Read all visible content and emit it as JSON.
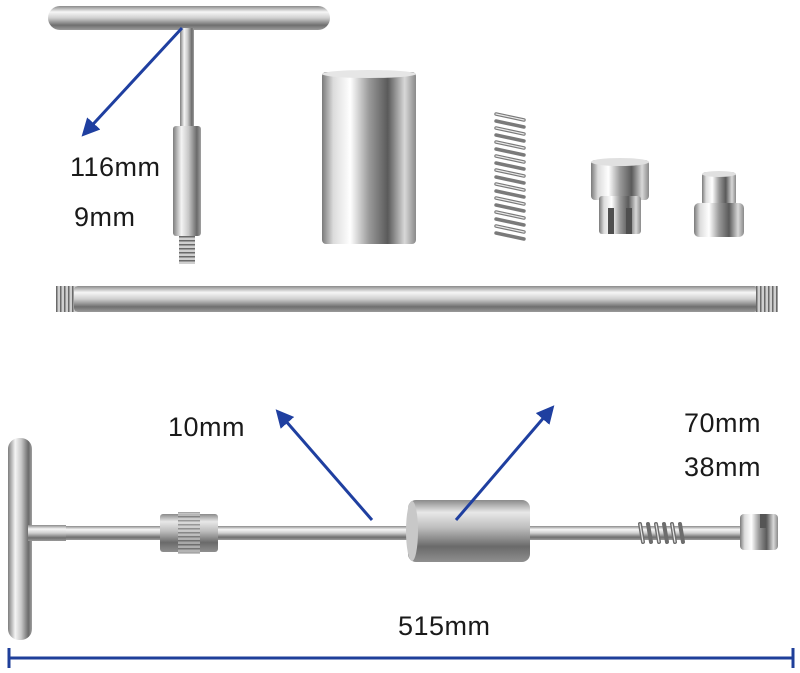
{
  "labels": {
    "top_length": "116mm",
    "top_diameter": "9mm",
    "shaft_diameter": "10mm",
    "slide_length": "70mm",
    "slide_diameter": "38mm",
    "total_length": "515mm"
  },
  "colors": {
    "arrow": "#1f3fa0",
    "dimension_line": "#1f3f9a",
    "steel_dark": "#6b6b6b",
    "steel_light": "#f4f4f4"
  }
}
